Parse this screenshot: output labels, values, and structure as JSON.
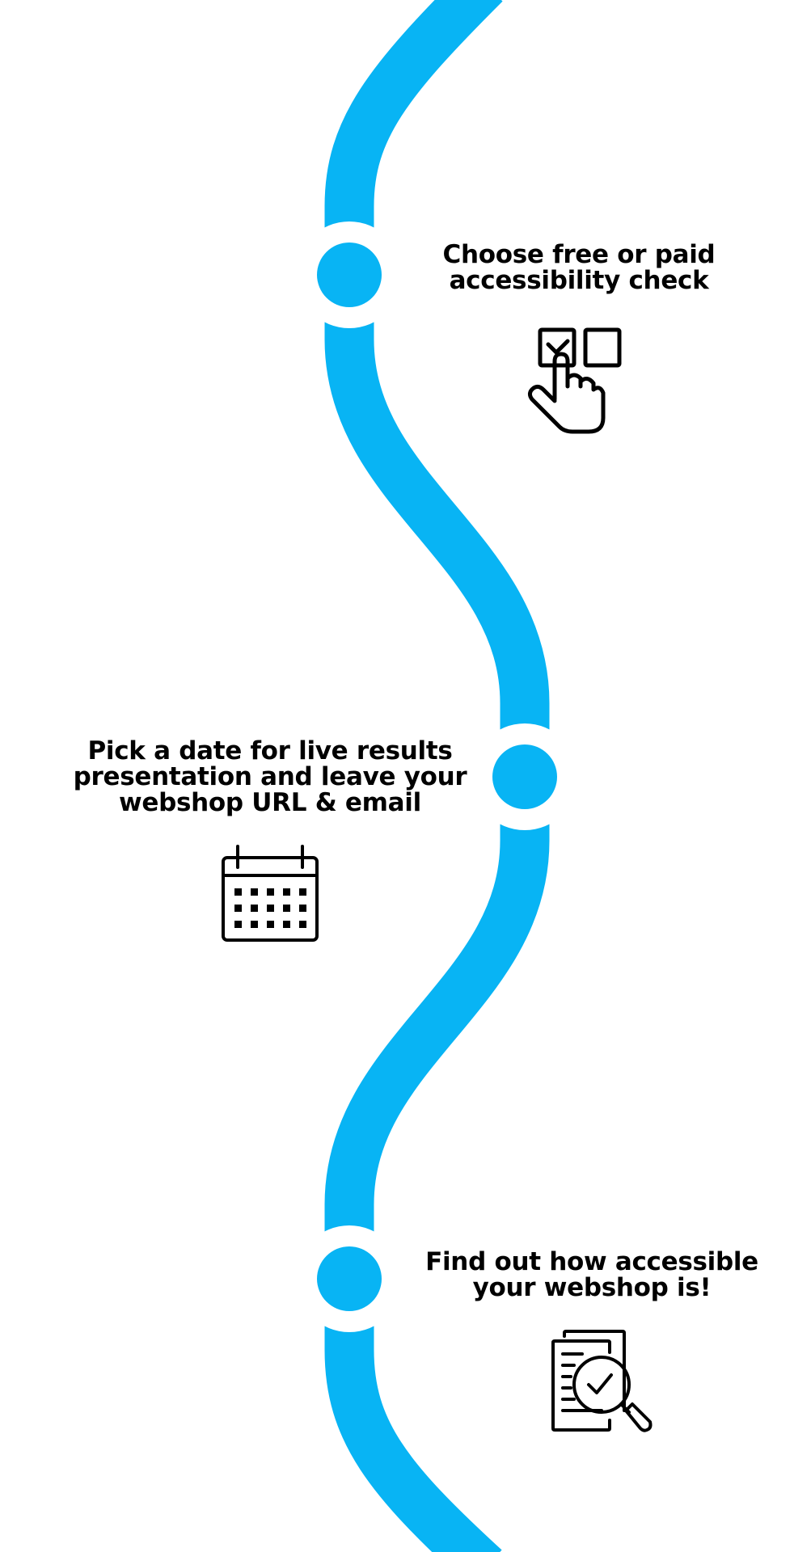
{
  "colors": {
    "accent": "#08b4f4",
    "ink": "#000000"
  },
  "steps": [
    {
      "lines": [
        "Choose free or paid",
        "accessibility check"
      ],
      "icon": "checkbox-hand-icon"
    },
    {
      "lines": [
        "Pick a date for live results",
        "presentation and leave your",
        "webshop URL & email"
      ],
      "icon": "calendar-icon"
    },
    {
      "lines": [
        "Find out how accessible",
        "your webshop is!"
      ],
      "icon": "document-search-check-icon"
    }
  ]
}
